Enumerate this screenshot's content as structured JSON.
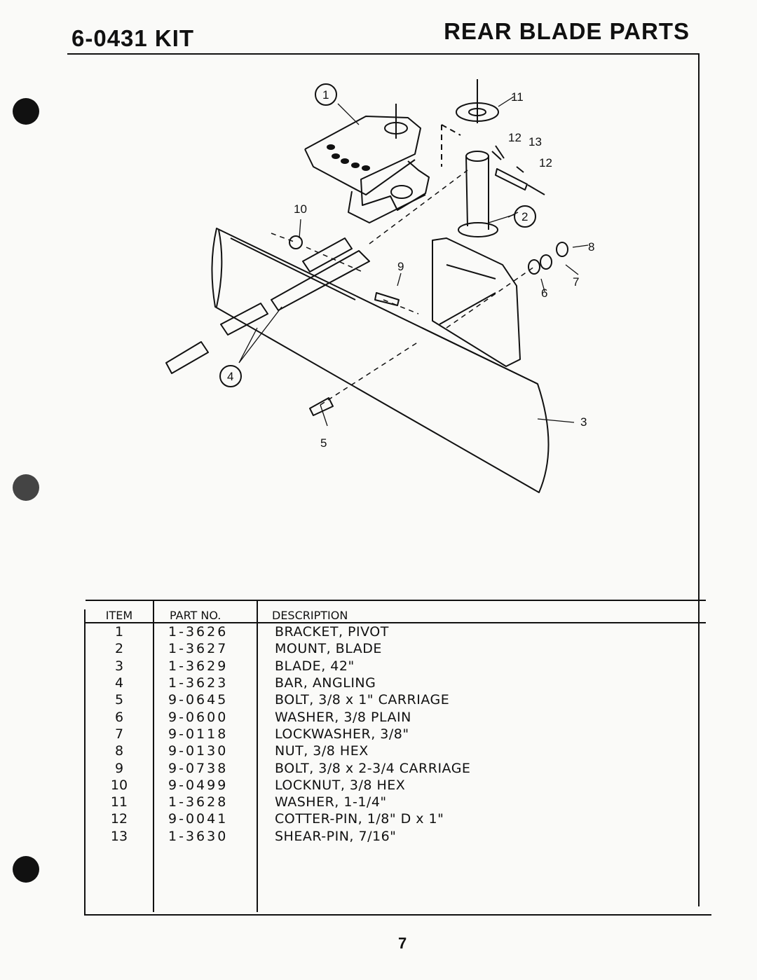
{
  "header": {
    "kit": "6-0431 KIT",
    "section": "REAR BLADE PARTS"
  },
  "diagram": {
    "callouts": [
      "1",
      "2",
      "3",
      "4",
      "5",
      "6",
      "7",
      "8",
      "9",
      "10",
      "11",
      "12",
      "13",
      "12"
    ]
  },
  "table": {
    "headers": {
      "item": "ITEM",
      "part": "PART NO.",
      "desc": "DESCRIPTION"
    },
    "rows": [
      {
        "item": "1",
        "part": "1-3626",
        "desc": "BRACKET, PIVOT"
      },
      {
        "item": "2",
        "part": "1-3627",
        "desc": "MOUNT, BLADE"
      },
      {
        "item": "3",
        "part": "1-3629",
        "desc": "BLADE,  42\""
      },
      {
        "item": "4",
        "part": "1-3623",
        "desc": "BAR, ANGLING"
      },
      {
        "item": "5",
        "part": "9-0645",
        "desc": "BOLT,  3/8 x 1\"  CARRIAGE"
      },
      {
        "item": "6",
        "part": "9-0600",
        "desc": "WASHER, 3/8 PLAIN"
      },
      {
        "item": "7",
        "part": "9-0118",
        "desc": "LOCKWASHER,  3/8\""
      },
      {
        "item": "8",
        "part": "9-0130",
        "desc": "NUT,  3/8  HEX"
      },
      {
        "item": "9",
        "part": "9-0738",
        "desc": "BOLT,  3/8 x 2-3/4  CARRIAGE"
      },
      {
        "item": "10",
        "part": "9-0499",
        "desc": "LOCKNUT,  3/8  HEX"
      },
      {
        "item": "11",
        "part": "1-3628",
        "desc": "WASHER,  1-1/4\""
      },
      {
        "item": "12",
        "part": "9-0041",
        "desc": "COTTER-PIN,  1/8\" D x 1\""
      },
      {
        "item": "13",
        "part": "1-3630",
        "desc": "SHEAR-PIN,  7/16\""
      }
    ]
  },
  "footer": {
    "page": "7"
  }
}
